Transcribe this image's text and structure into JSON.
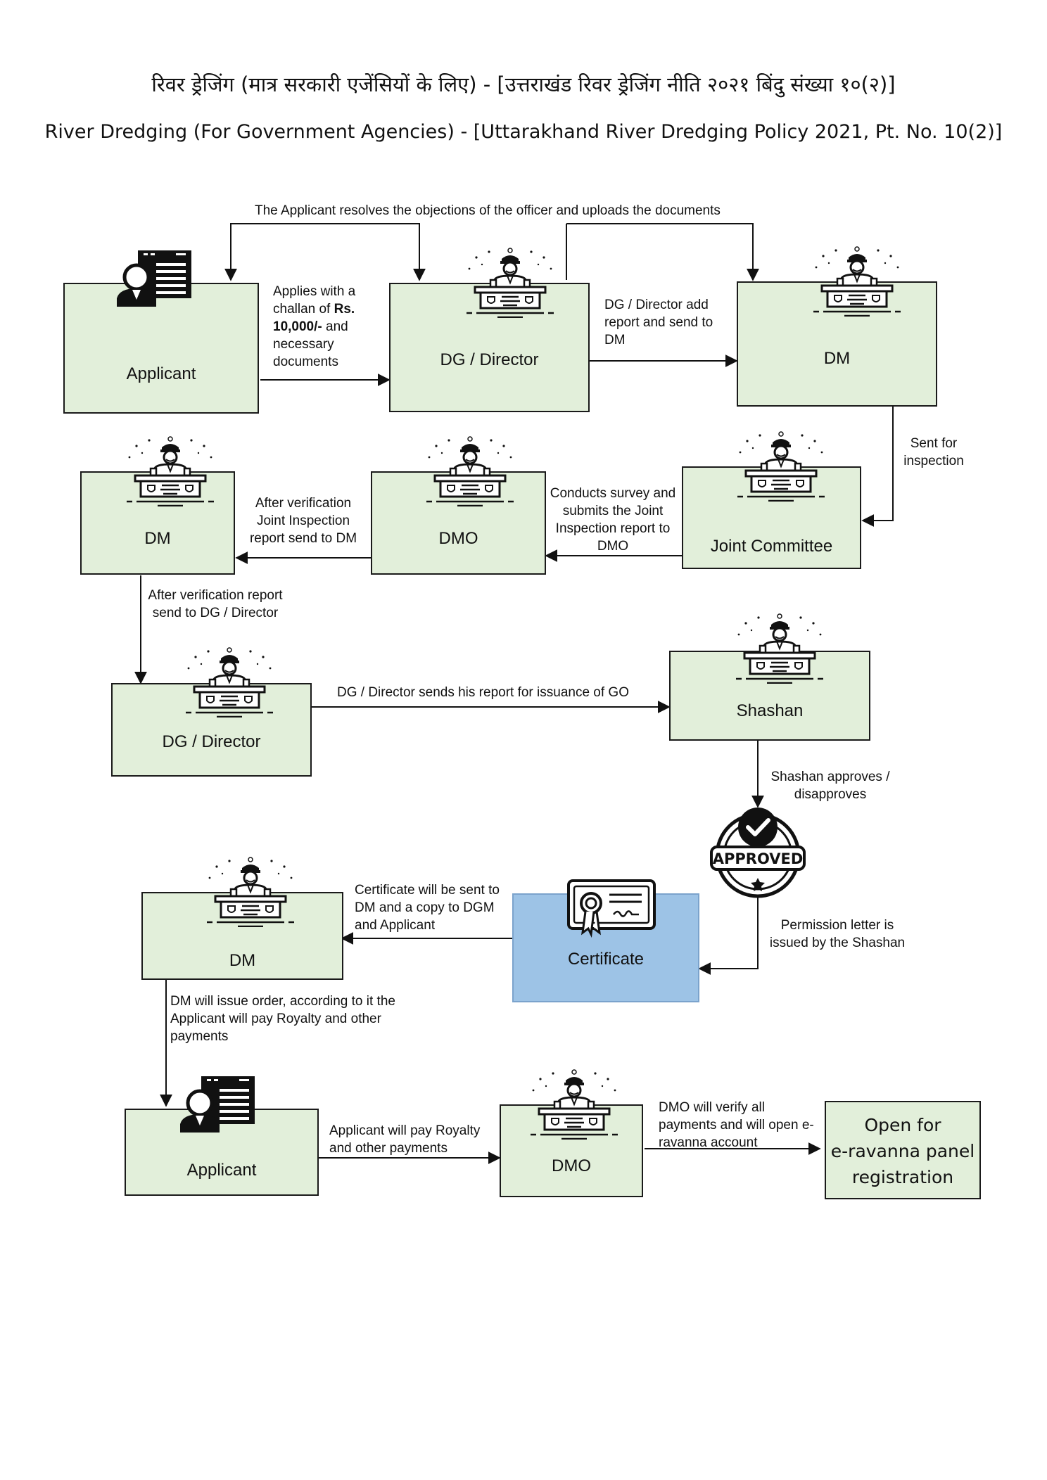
{
  "title": {
    "hindi": "रिवर ड्रेजिंग (मात्र सरकारी एजेंसियों के लिए) - [उत्तराखंड रिवर ड्रेजिंग नीति २०२१ बिंदु संख्या १०(२)]",
    "english": "River Dredging (For Government Agencies) - [Uttarakhand River Dredging Policy 2021, Pt. No. 10(2)]"
  },
  "nodes": {
    "applicant1": "Applicant",
    "dg_director1": "DG / Director",
    "dm1": "DM",
    "joint_committee": "Joint Committee",
    "dmo1": "DMO",
    "dm2": "DM",
    "dg_director2": "DG / Director",
    "shashan": "Shashan",
    "approved_stamp": "APPROVED",
    "certificate": "Certificate",
    "dm3": "DM",
    "applicant2": "Applicant",
    "dmo2": "DMO",
    "eravanna": [
      "Open for",
      "e-ravanna panel",
      "registration"
    ]
  },
  "edges": {
    "resolve_objections": "The Applicant resolves the objections of the officer and uploads the documents",
    "applies_pre": "Applies with a challan of ",
    "applies_bold": "Rs. 10,000/-",
    "applies_post": " and necessary documents",
    "dg_to_dm": "DG / Director add report and send to DM",
    "sent_for_inspection": "Sent for inspection",
    "conducts_survey": "Conducts survey and submits the Joint Inspection report to DMO",
    "after_verification_jir": "After verification Joint Inspection report send to DM",
    "after_verification_dg": "After verification report send to DG / Director",
    "dg_sends_go": "DG / Director sends his report for issuance of GO",
    "shashan_approves": "Shashan approves / disapproves",
    "permission_letter": "Permission letter is issued by the Shashan",
    "certificate_sent": "Certificate will be sent to DM and a copy to DGM and Applicant",
    "dm_issue_order": "DM will issue order, according to it the Applicant will pay Royalty and other payments",
    "applicant_pay": "Applicant will pay Royalty and other payments",
    "dmo_verify": "DMO will verify all payments and will open e-ravanna account"
  },
  "icons": {
    "officer": "officer-at-desk-icon",
    "applicant": "applicant-with-document-icon",
    "certificate": "certificate-icon",
    "stamp": "approved-stamp-icon"
  }
}
